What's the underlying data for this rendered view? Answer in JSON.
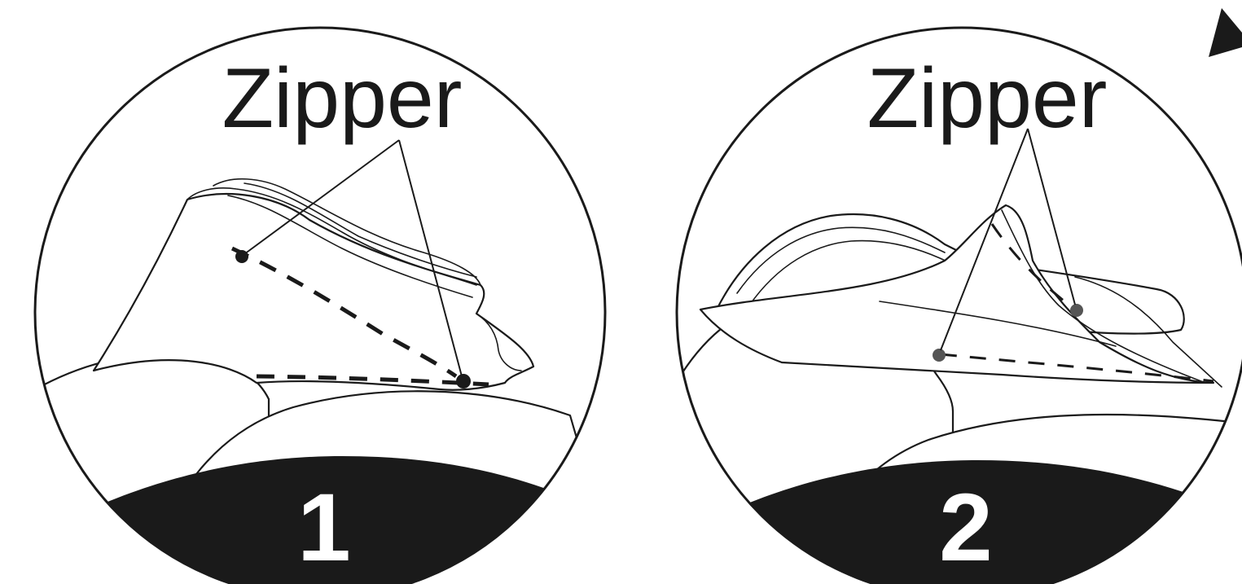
{
  "panels": [
    {
      "label": "Zipper",
      "step": "1"
    },
    {
      "label": "Zipper",
      "step": "2"
    }
  ],
  "icons": {
    "corner": "next-arrow-icon"
  }
}
